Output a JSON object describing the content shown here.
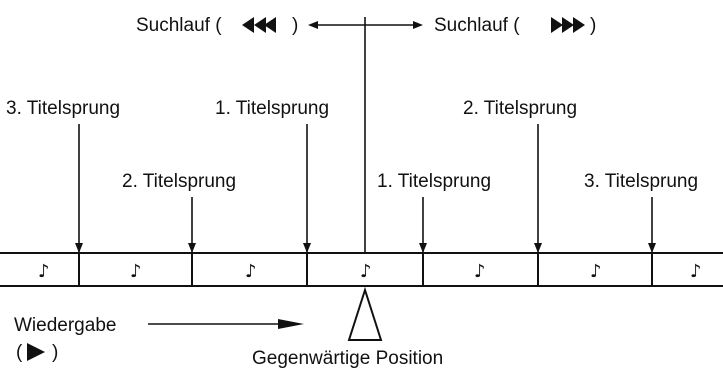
{
  "search": {
    "rewind_label": "Suchlauf (",
    "rewind_close": ")",
    "forward_label": "Suchlauf (",
    "forward_close": ")"
  },
  "jumps": {
    "back3": "3. Titelsprung",
    "back2": "2. Titelsprung",
    "back1": "1. Titelsprung",
    "fwd1": "1. Titelsprung",
    "fwd2": "2. Titelsprung",
    "fwd3": "3. Titelsprung"
  },
  "playback": {
    "label": "Wiedergabe",
    "symbol_open": "(",
    "symbol_close": ")"
  },
  "position": {
    "label": "Gegenwärtige Position"
  },
  "track_note": "♪",
  "icons": {
    "rewind": "double-left-triangle-icon",
    "forward": "double-right-triangle-icon",
    "play": "play-triangle-icon"
  }
}
